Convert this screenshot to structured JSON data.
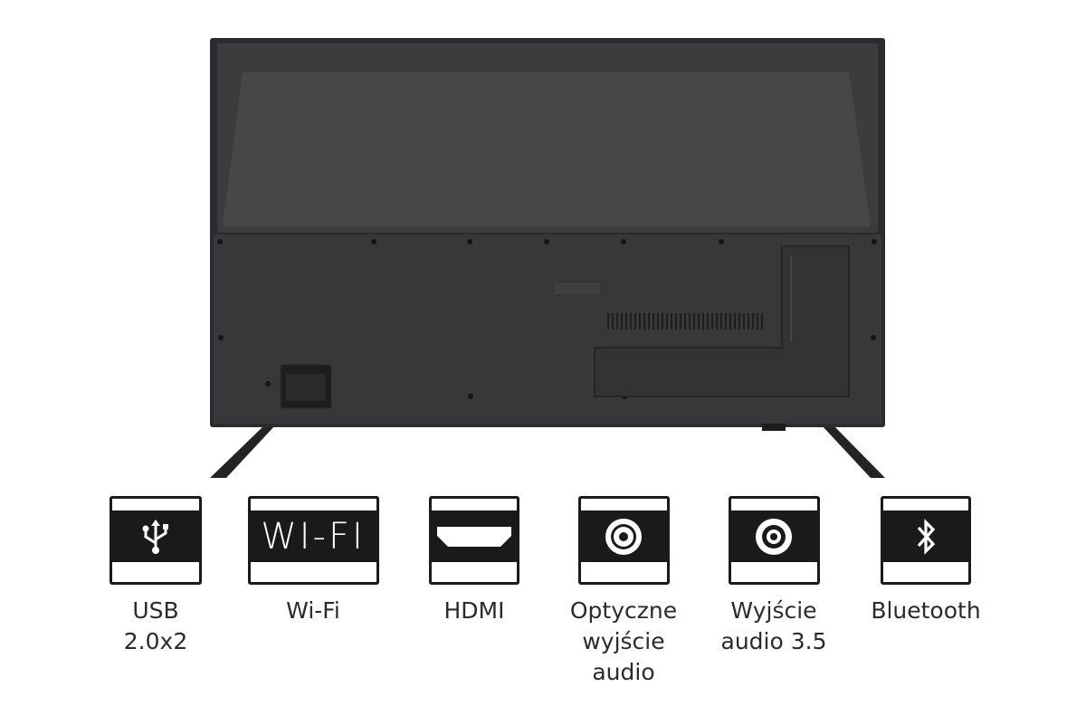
{
  "product_image": {
    "subject": "television-rear-view",
    "colors": {
      "frame": "#2c2c2e",
      "back_panel": "#3a3a3c",
      "inner_panel": "#444446",
      "stand": "#242426",
      "badge_band": "#1a1a1a",
      "label_text": "#2b2b2b"
    }
  },
  "features": [
    {
      "icon": "usb-icon",
      "label": "USB\n2.0x2"
    },
    {
      "icon": "wifi-text-icon",
      "badge_text": "WI-FI",
      "label": "Wi-Fi"
    },
    {
      "icon": "hdmi-icon",
      "label": "HDMI"
    },
    {
      "icon": "optical-audio-icon",
      "label": "Optyczne\nwyjście\naudio"
    },
    {
      "icon": "audio-jack-icon",
      "label": "Wyjście\naudio 3.5"
    },
    {
      "icon": "bluetooth-icon",
      "label": "Bluetooth"
    }
  ]
}
